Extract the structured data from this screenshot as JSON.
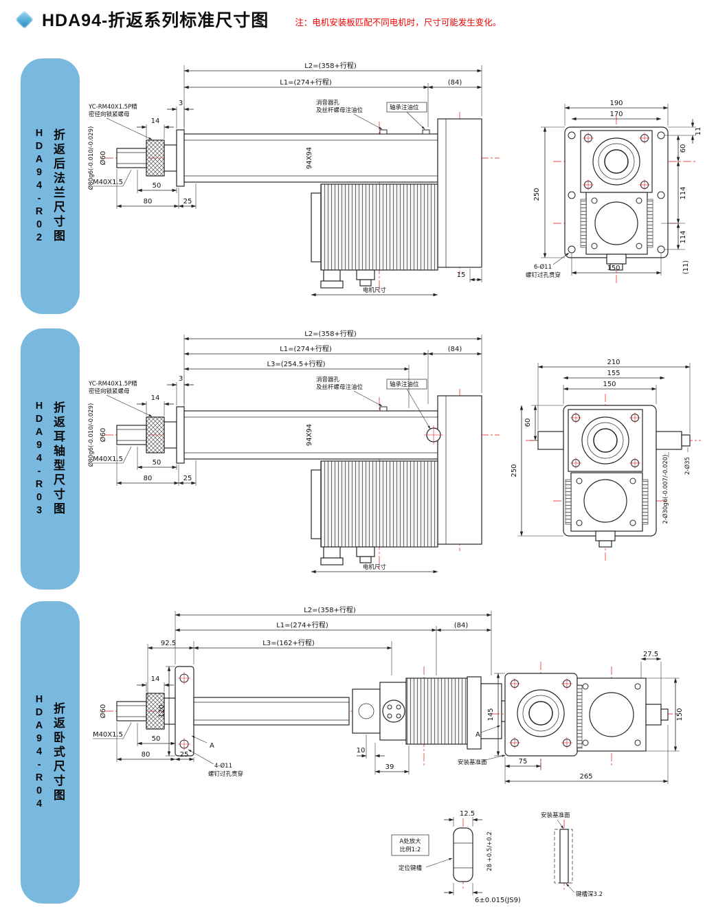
{
  "header": {
    "title": "HDA94-折返系列标准尺寸图",
    "note": "注：电机安装板匹配不同电机时，尺寸可能发生变化。"
  },
  "sections": [
    {
      "sidebar_label": "折返后法兰尺寸图",
      "model": "HDA94-R02",
      "dims": {
        "L2": "L2=(358+行程)",
        "L1": "L1=(274+行程)",
        "d84": "(84)",
        "d3": "3",
        "d14": "14",
        "d50": "50",
        "d80": "80",
        "d25": "25",
        "d15": "15",
        "thread": "M40X1.5",
        "dia60": "Ø60",
        "dia80": "Ø80g6(-0.010/-0.029)",
        "body": "94X94",
        "w190": "190",
        "w170": "170",
        "h11": "11",
        "h60": "60",
        "h114a": "114",
        "h114b": "114",
        "h250": "250",
        "h11b": "(11)",
        "w150": "150"
      },
      "labels": {
        "nut1": "YC-RM40X1.5P精",
        "nut2": "密径向锁紧螺母",
        "muffler1": "消音器孔",
        "muffler2": "及丝杆螺母注油位",
        "bearing": "轴承注油位",
        "motor_dim": "电机尺寸",
        "bolt1": "6-Ø11",
        "bolt2": "螺钉过孔贯穿"
      }
    },
    {
      "sidebar_label": "折返耳轴型尺寸图",
      "model": "HDA94-R03",
      "dims": {
        "L2": "L2=(358+行程)",
        "L1": "L1=(274+行程)",
        "L3": "L3=(254.5+行程)",
        "d84": "(84)",
        "d3": "3",
        "d14": "14",
        "d50": "50",
        "d80": "80",
        "d25": "25",
        "thread": "M40X1.5",
        "dia60": "Ø60",
        "dia80": "Ø80g6(-0.010/-0.029)",
        "body": "94X94",
        "w210": "210",
        "w155": "155",
        "w150": "150",
        "h60": "60",
        "h250": "250",
        "trunnion": "2-Ø30g6(-0.007/-0.020)",
        "d35": "2-Ø35"
      },
      "labels": {
        "nut1": "YC-RM40X1.5P精",
        "nut2": "密径向锁紧螺母",
        "muffler1": "消音器孔",
        "muffler2": "及丝杆螺母注油位",
        "bearing": "轴承注油位",
        "motor_dim": "电机尺寸"
      }
    },
    {
      "sidebar_label": "折返卧式尺寸图",
      "model": "HDA94-R04",
      "dims": {
        "L2": "L2=(358+行程)",
        "L1": "L1=(274+行程)",
        "L3": "L3=(162+行程)",
        "d84": "(84)",
        "d925": "92.5",
        "d14": "14",
        "d50": "50",
        "d80": "80",
        "d25": "25",
        "d120": "120",
        "dia60": "Ø60",
        "thread": "M40X1.5",
        "d10": "10",
        "d39": "39",
        "w275": "27.5",
        "h145": "145",
        "h150": "150",
        "w75": "75",
        "w265": "265",
        "k125": "12.5",
        "k28": "28 +0.5/+0.2",
        "k6": "6±0.015(JS9)"
      },
      "labels": {
        "nut1": "YC-RM40X1.5P精",
        "nut2": "密径向锁紧螺母",
        "bolt1": "4-Ø11",
        "bolt2": "螺钉过孔贯穿",
        "a_mark": "A",
        "a_mark2": "A",
        "datum1": "安装基准面",
        "datum2": "安装基准面",
        "detail1": "A处放大",
        "detail2": "比例1:2",
        "keyway": "定位键槽",
        "keyway_depth": "键槽深3.2"
      }
    }
  ]
}
